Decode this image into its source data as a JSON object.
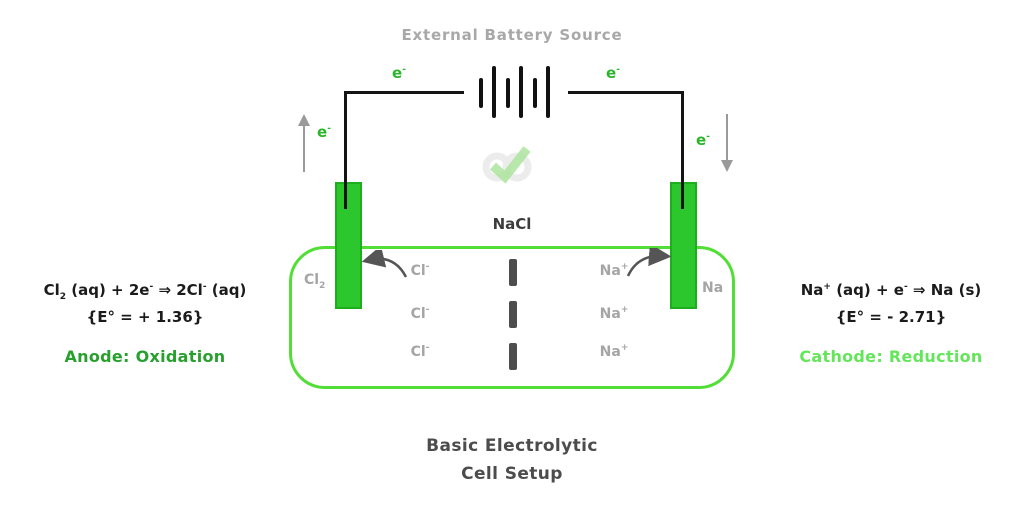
{
  "header": {
    "title": "External Battery Source"
  },
  "electron": {
    "base": "e",
    "sup": "-"
  },
  "solution": {
    "label": "NaCl"
  },
  "cell": {
    "left_electrode_label": {
      "base": "Cl",
      "sub": "2"
    },
    "right_electrode_label": "Na",
    "chloride_ion": {
      "base": "Cl",
      "sup": "-"
    },
    "sodium_ion": {
      "base": "Na",
      "sup": "+"
    }
  },
  "anode": {
    "equation": [
      "Cl",
      "2",
      " (aq) +  2e",
      "-",
      " ⇒ 2Cl",
      "-",
      " (aq)"
    ],
    "potential": "{E° = + 1.36}",
    "label": "Anode: Oxidation"
  },
  "cathode": {
    "equation": [
      "Na",
      "+",
      " (aq) +  e",
      "-",
      " ⇒ Na (s)"
    ],
    "potential": "{E° = - 2.71}",
    "label": "Cathode: Reduction"
  },
  "caption": {
    "line1": "Basic Electrolytic",
    "line2": "Cell Setup"
  },
  "icons": {
    "battery": "battery-cells-icon",
    "left_flow": "up-arrow-icon",
    "right_flow": "down-arrow-icon",
    "left_migration": "curved-arrow-left-icon",
    "right_migration": "curved-arrow-right-icon",
    "watermark": "checkmark-logo-watermark"
  },
  "colors": {
    "electrode_fill": "#2cc72c",
    "electrode_border": "#1dae1d",
    "tank_border": "#52de37",
    "electron_text": "#2cb52c",
    "anode_text": "#28a02d",
    "cathode_text": "#64e65a",
    "gray_text": "#a5a5a5",
    "wire": "#141414",
    "dash_color": "#4d4d4d"
  }
}
